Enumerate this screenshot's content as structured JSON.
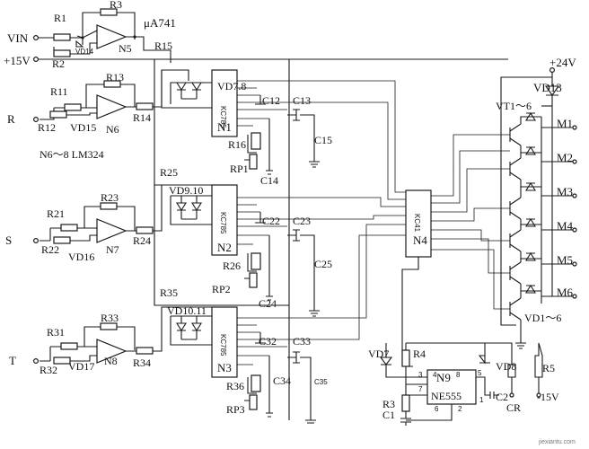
{
  "inputs": {
    "vin": "VIN",
    "r": "R",
    "s": "S",
    "t": "T",
    "plus15": "+15V",
    "plus24": "+24V",
    "minus15": "-15V",
    "cr": "CR"
  },
  "channel_n5": {
    "r1": "R1",
    "r2": "R2",
    "r3": "R3",
    "r15": "R15",
    "vd": "VD14",
    "amp": "N5",
    "amp_type": "μA741"
  },
  "channel_n6": {
    "r11": "R11",
    "r12": "R12",
    "r13": "R13",
    "r14": "R14",
    "vd": "VD15",
    "amp": "N6",
    "note": "N6～8  LM324"
  },
  "channel_n7": {
    "r21": "R21",
    "r22": "R22",
    "r23": "R23",
    "r24": "R24",
    "vd": "VD16",
    "amp": "N7"
  },
  "channel_n8": {
    "r31": "R31",
    "r32": "R32",
    "r33": "R33",
    "r34": "R34",
    "vd": "VD17",
    "amp": "N8"
  },
  "ic1": {
    "vd": "VD7.8",
    "chip": "KC785",
    "name": "N1",
    "c12": "C12",
    "c13": "C13",
    "c14": "C14",
    "c15": "C15",
    "r16": "R16",
    "rp": "RP1"
  },
  "ic2": {
    "vd": "VD9.10",
    "r25": "R25",
    "chip": "KC785",
    "name": "N2",
    "c22": "C22",
    "c23": "C23",
    "c24": "C24",
    "c25": "C25",
    "r26": "R26",
    "rp": "RP2"
  },
  "ic3": {
    "vd": "VD10.11",
    "r35": "R35",
    "chip": "KC785",
    "name": "N3",
    "c32": "C32",
    "c33": "C33",
    "c34": "C34",
    "c35": "C35",
    "r36": "R36",
    "rp": "RP3"
  },
  "n4": {
    "chip": "KC41",
    "name": "N4"
  },
  "power": {
    "vd13": "VD13",
    "vt": "VT1～6",
    "vd_bank": "VD1～6",
    "m1": "M1",
    "m2": "M2",
    "m3": "M3",
    "m4": "M4",
    "m5": "M5",
    "m6": "M6"
  },
  "timer": {
    "name": "N9",
    "chip": "NE555",
    "vd7": "VD7",
    "vd8": "VD8",
    "r3": "R3",
    "r4": "R4",
    "r5": "R5",
    "c1": "C1",
    "c2": "C2",
    "p2": "2",
    "p3": "3",
    "p4": "4",
    "p5": "5",
    "p6": "6",
    "p7": "7",
    "p8": "8",
    "p1": "1"
  },
  "watermark": "jiexiantu.com"
}
